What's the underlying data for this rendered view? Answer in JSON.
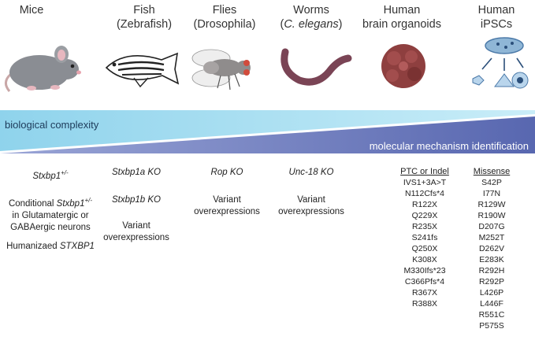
{
  "columns": [
    {
      "title": "Mice",
      "subtitle": ""
    },
    {
      "title": "Fish",
      "subtitle": "(Zebrafish)"
    },
    {
      "title": "Flies",
      "subtitle": "(Drosophila)"
    },
    {
      "title": "Worms",
      "subtitle_pre": "(",
      "subtitle_it": "C. elegans",
      "subtitle_post": ")"
    },
    {
      "title": "Human",
      "subtitle": "brain organoids"
    },
    {
      "title": "Human",
      "subtitle": "iPSCs"
    }
  ],
  "bars": {
    "complexity": "biological complexity",
    "mechanism": "molecular mechanism identification",
    "complexity_color": "#8fd3ec",
    "mechanism_color": "#5f6fb5"
  },
  "mice": {
    "model1": "Stxbp1",
    "model1_sup": "+/-",
    "cond_pre": "Conditional ",
    "cond_gene": "Stxbp1",
    "cond_sup": "+/-",
    "cond_line2": "in Glutamatergic or",
    "cond_line3": "GABAergic neurons",
    "human_pre": "Humanizaed ",
    "human_gene": "STXBP1"
  },
  "fish": {
    "ko1": "Stxbp1a KO",
    "ko2": "Stxbp1b KO",
    "var1": "Variant",
    "var2": "overexpressions"
  },
  "flies": {
    "ko": "Rop KO",
    "var1": "Variant",
    "var2": "overexpressions"
  },
  "worms": {
    "ko": "Unc-18 KO",
    "var1": "Variant",
    "var2": "overexpressions"
  },
  "ptc": {
    "header": "PTC or Indel",
    "items": [
      "IVS1+3A>T",
      "N112Cfs*4",
      "R122X",
      "Q229X",
      "R235X",
      "S241fs",
      "Q250X",
      "K308X",
      "M330Ifs*23",
      "C366Pfs*4",
      "R367X",
      "R388X"
    ]
  },
  "missense": {
    "header": "Missense",
    "items": [
      "S42P",
      "I77N",
      "R129W",
      "R190W",
      "D207G",
      "M252T",
      "D262V",
      "E283K",
      "R292H",
      "R292P",
      "L426P",
      "L446F",
      "R551C",
      "P575S"
    ]
  }
}
